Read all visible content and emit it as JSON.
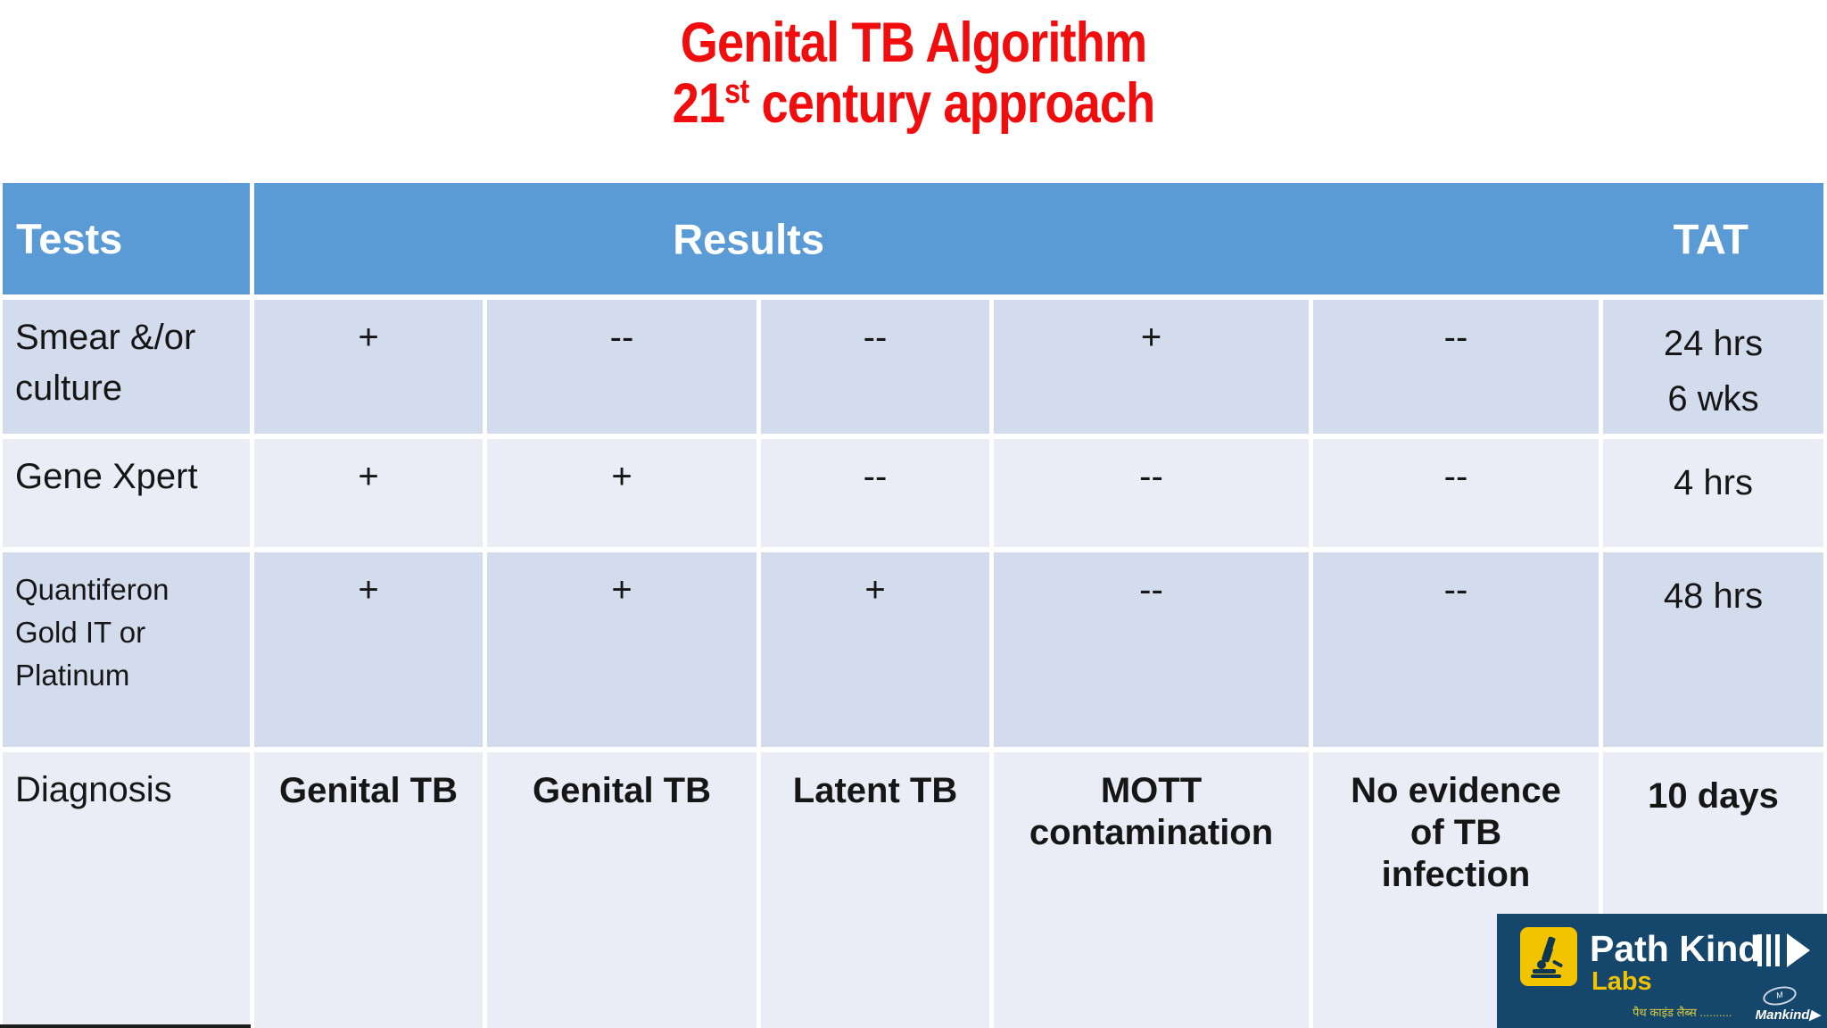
{
  "title": {
    "line1": "Genital TB Algorithm",
    "line2_num": "21",
    "line2_sup": "st",
    "line2_rest": " century approach"
  },
  "table": {
    "header": {
      "tests": "Tests",
      "results": "Results",
      "tat": "TAT"
    },
    "rows": [
      {
        "test": "Smear &/or culture",
        "values": [
          "+",
          "--",
          "--",
          "+",
          "--"
        ],
        "tat": "24 hrs\n6 wks"
      },
      {
        "test": "Gene Xpert",
        "values": [
          "+",
          "+",
          "--",
          "--",
          "--"
        ],
        "tat": "4 hrs"
      },
      {
        "test": "Quantiferon Gold IT or Platinum",
        "values": [
          "+",
          "+",
          "+",
          "--",
          "--"
        ],
        "tat": "48 hrs"
      },
      {
        "test": "Diagnosis",
        "values": [
          "Genital TB",
          "Genital TB",
          "Latent TB",
          "MOTT\ncontamination",
          "No evidence\nof TB\ninfection"
        ],
        "tat": "10 days"
      }
    ]
  },
  "logo": {
    "brand": "Path Kind",
    "sub": "Labs",
    "tagline": "पैथ काइंड लैब्स ..........",
    "partner": "Mankind▶",
    "oval": "M"
  },
  "colors": {
    "title_red": "#f10d0d",
    "header_blue": "#5b9bd5",
    "row_dark": "#d2dcec",
    "row_light": "#eaedf5",
    "logo_navy": "#15466b",
    "logo_yellow": "#f2c400"
  }
}
